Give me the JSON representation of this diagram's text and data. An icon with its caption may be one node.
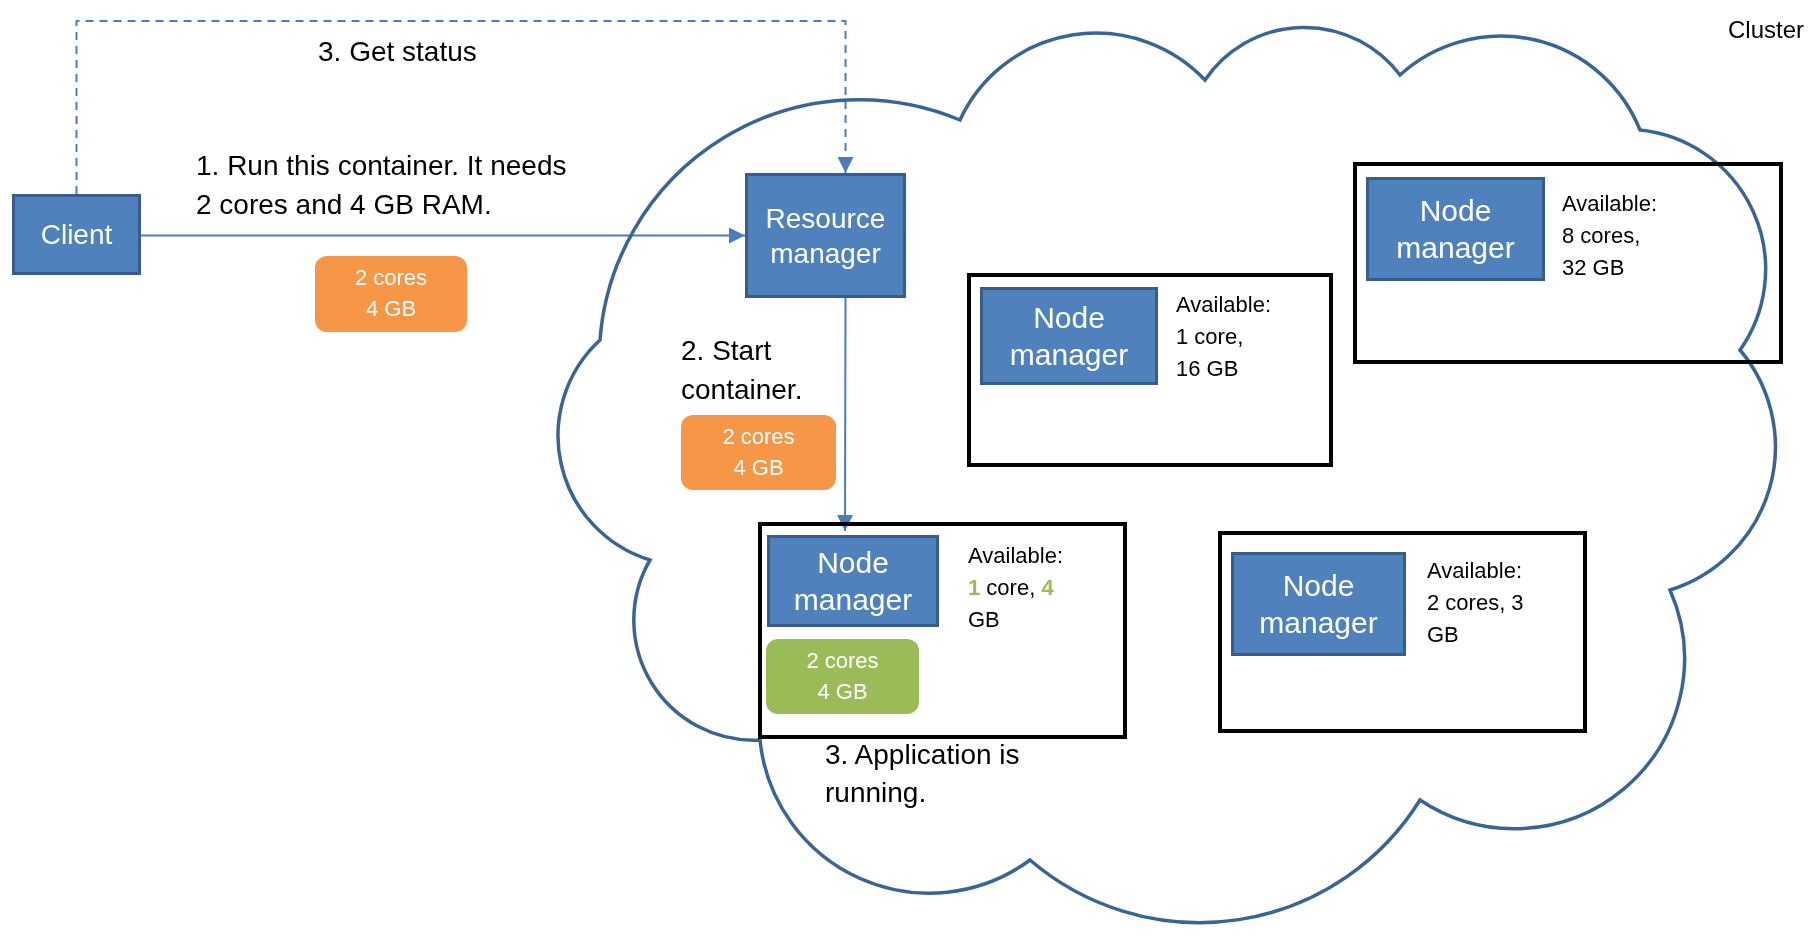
{
  "diagram": {
    "nodes": [
      {
        "text": [
          "Client"
        ]
      },
      {
        "text": [
          "Cluster"
        ]
      },
      {
        "text": [
          "2 cores 4 GB"
        ]
      },
      {
        "text": [
          "Resource manager"
        ],
        "in": 1
      },
      {
        "text": [
          "Available: 8 cores, 32 GB"
        ],
        "in": 1
      },
      {
        "text": [
          "Node manager"
        ],
        "in": 4
      },
      {
        "text": [
          "Available: 1 core, 16 GB"
        ],
        "in": 1
      },
      {
        "text": [
          "Node manager"
        ],
        "in": 6
      },
      {
        "text": [
          "2 cores 4 GB"
        ],
        "in": 1
      },
      {
        "text": [
          "Available: **1** core, **4** GB"
        ],
        "in": 1
      },
      {
        "text": [
          "Node manager"
        ],
        "in": 9
      },
      {
        "text": [
          "2 cores 4 GB"
        ],
        "in": 9
      },
      {
        "text": [
          "Available: 2 cores, 3 GB"
        ],
        "in": 1
      },
      {
        "text": [
          "Node manager"
        ],
        "in": 12
      }
    ],
    "edges": [
      {
        "from": 0,
        "to": 3,
        "arrow": "to",
        "label": "1. Run this container. It needs 2 cores and 4 GB RAM."
      },
      {
        "from": 0,
        "to": 3,
        "arrow": "to",
        "label": "3. Get status",
        "style": "dashed"
      },
      {
        "from": 3,
        "to": 10,
        "arrow": "to",
        "label": "2. Start container."
      }
    ],
    "labels": [
      "3. Application is running."
    ]
  }
}
